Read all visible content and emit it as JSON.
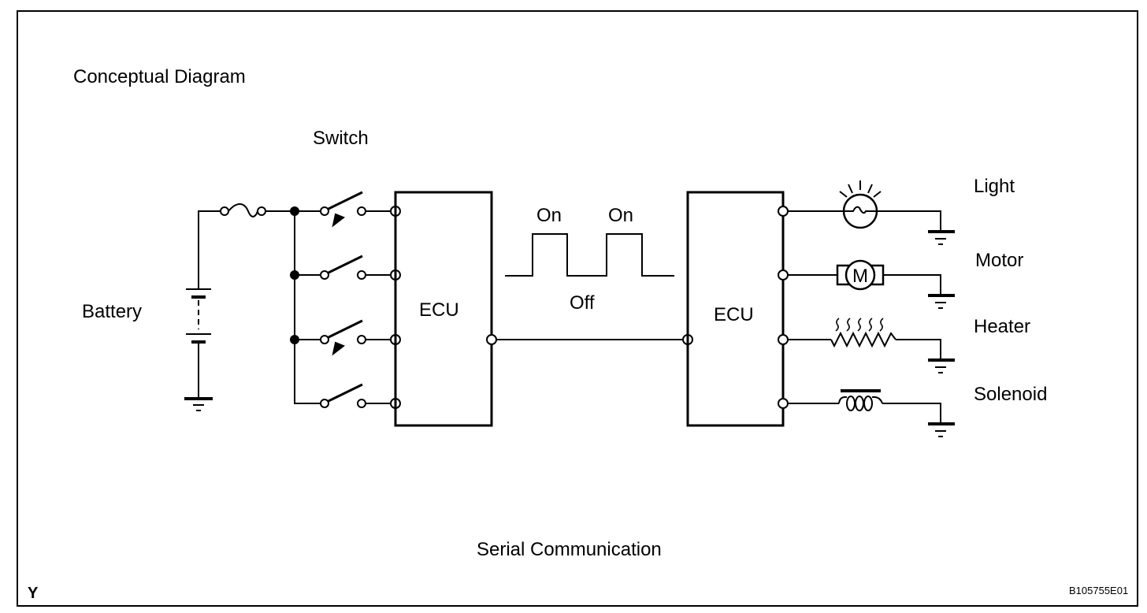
{
  "title": "Conceptual Diagram",
  "caption": "Serial Communication",
  "corner_mark": "Y",
  "figure_id": "B105755E01",
  "labels": {
    "switch": "Switch",
    "battery": "Battery",
    "ecu_left": "ECU",
    "ecu_right": "ECU",
    "signal_on_1": "On",
    "signal_on_2": "On",
    "signal_off": "Off"
  },
  "loads": [
    {
      "label": "Light",
      "symbol": "lamp"
    },
    {
      "label": "Motor",
      "symbol": "motor"
    },
    {
      "label": "Heater",
      "symbol": "heater"
    },
    {
      "label": "Solenoid",
      "symbol": "solenoid"
    }
  ],
  "switches": [
    {
      "type": "momentary"
    },
    {
      "type": "toggle"
    },
    {
      "type": "momentary"
    },
    {
      "type": "toggle"
    }
  ]
}
